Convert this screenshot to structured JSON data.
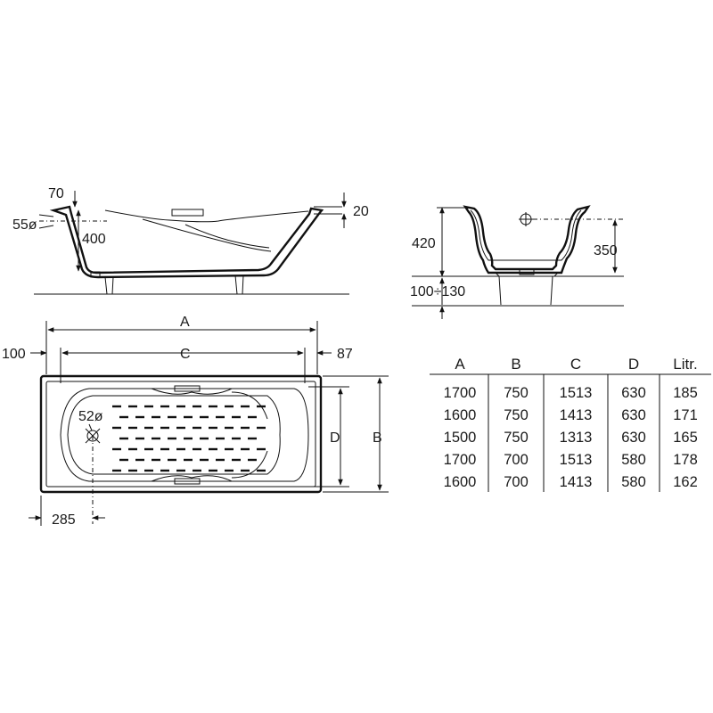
{
  "side_view": {
    "dims": {
      "rim": "70",
      "overflow": "55ø",
      "depth": "400",
      "rim_height": "20"
    }
  },
  "end_view": {
    "dims": {
      "total_height": "420",
      "inner_depth": "350",
      "feet": "100÷130"
    }
  },
  "plan_view": {
    "dims": {
      "A": "A",
      "C": "C",
      "left_offset": "100",
      "right_offset": "87",
      "D": "D",
      "B": "B",
      "drain": "52ø",
      "drain_offset": "285"
    }
  },
  "table": {
    "headers": [
      "A",
      "B",
      "C",
      "D",
      "Litr."
    ],
    "rows": [
      [
        "1700",
        "750",
        "1513",
        "630",
        "185"
      ],
      [
        "1600",
        "750",
        "1413",
        "630",
        "171"
      ],
      [
        "1500",
        "750",
        "1313",
        "630",
        "165"
      ],
      [
        "1700",
        "700",
        "1513",
        "580",
        "178"
      ],
      [
        "1600",
        "700",
        "1413",
        "580",
        "162"
      ]
    ]
  }
}
